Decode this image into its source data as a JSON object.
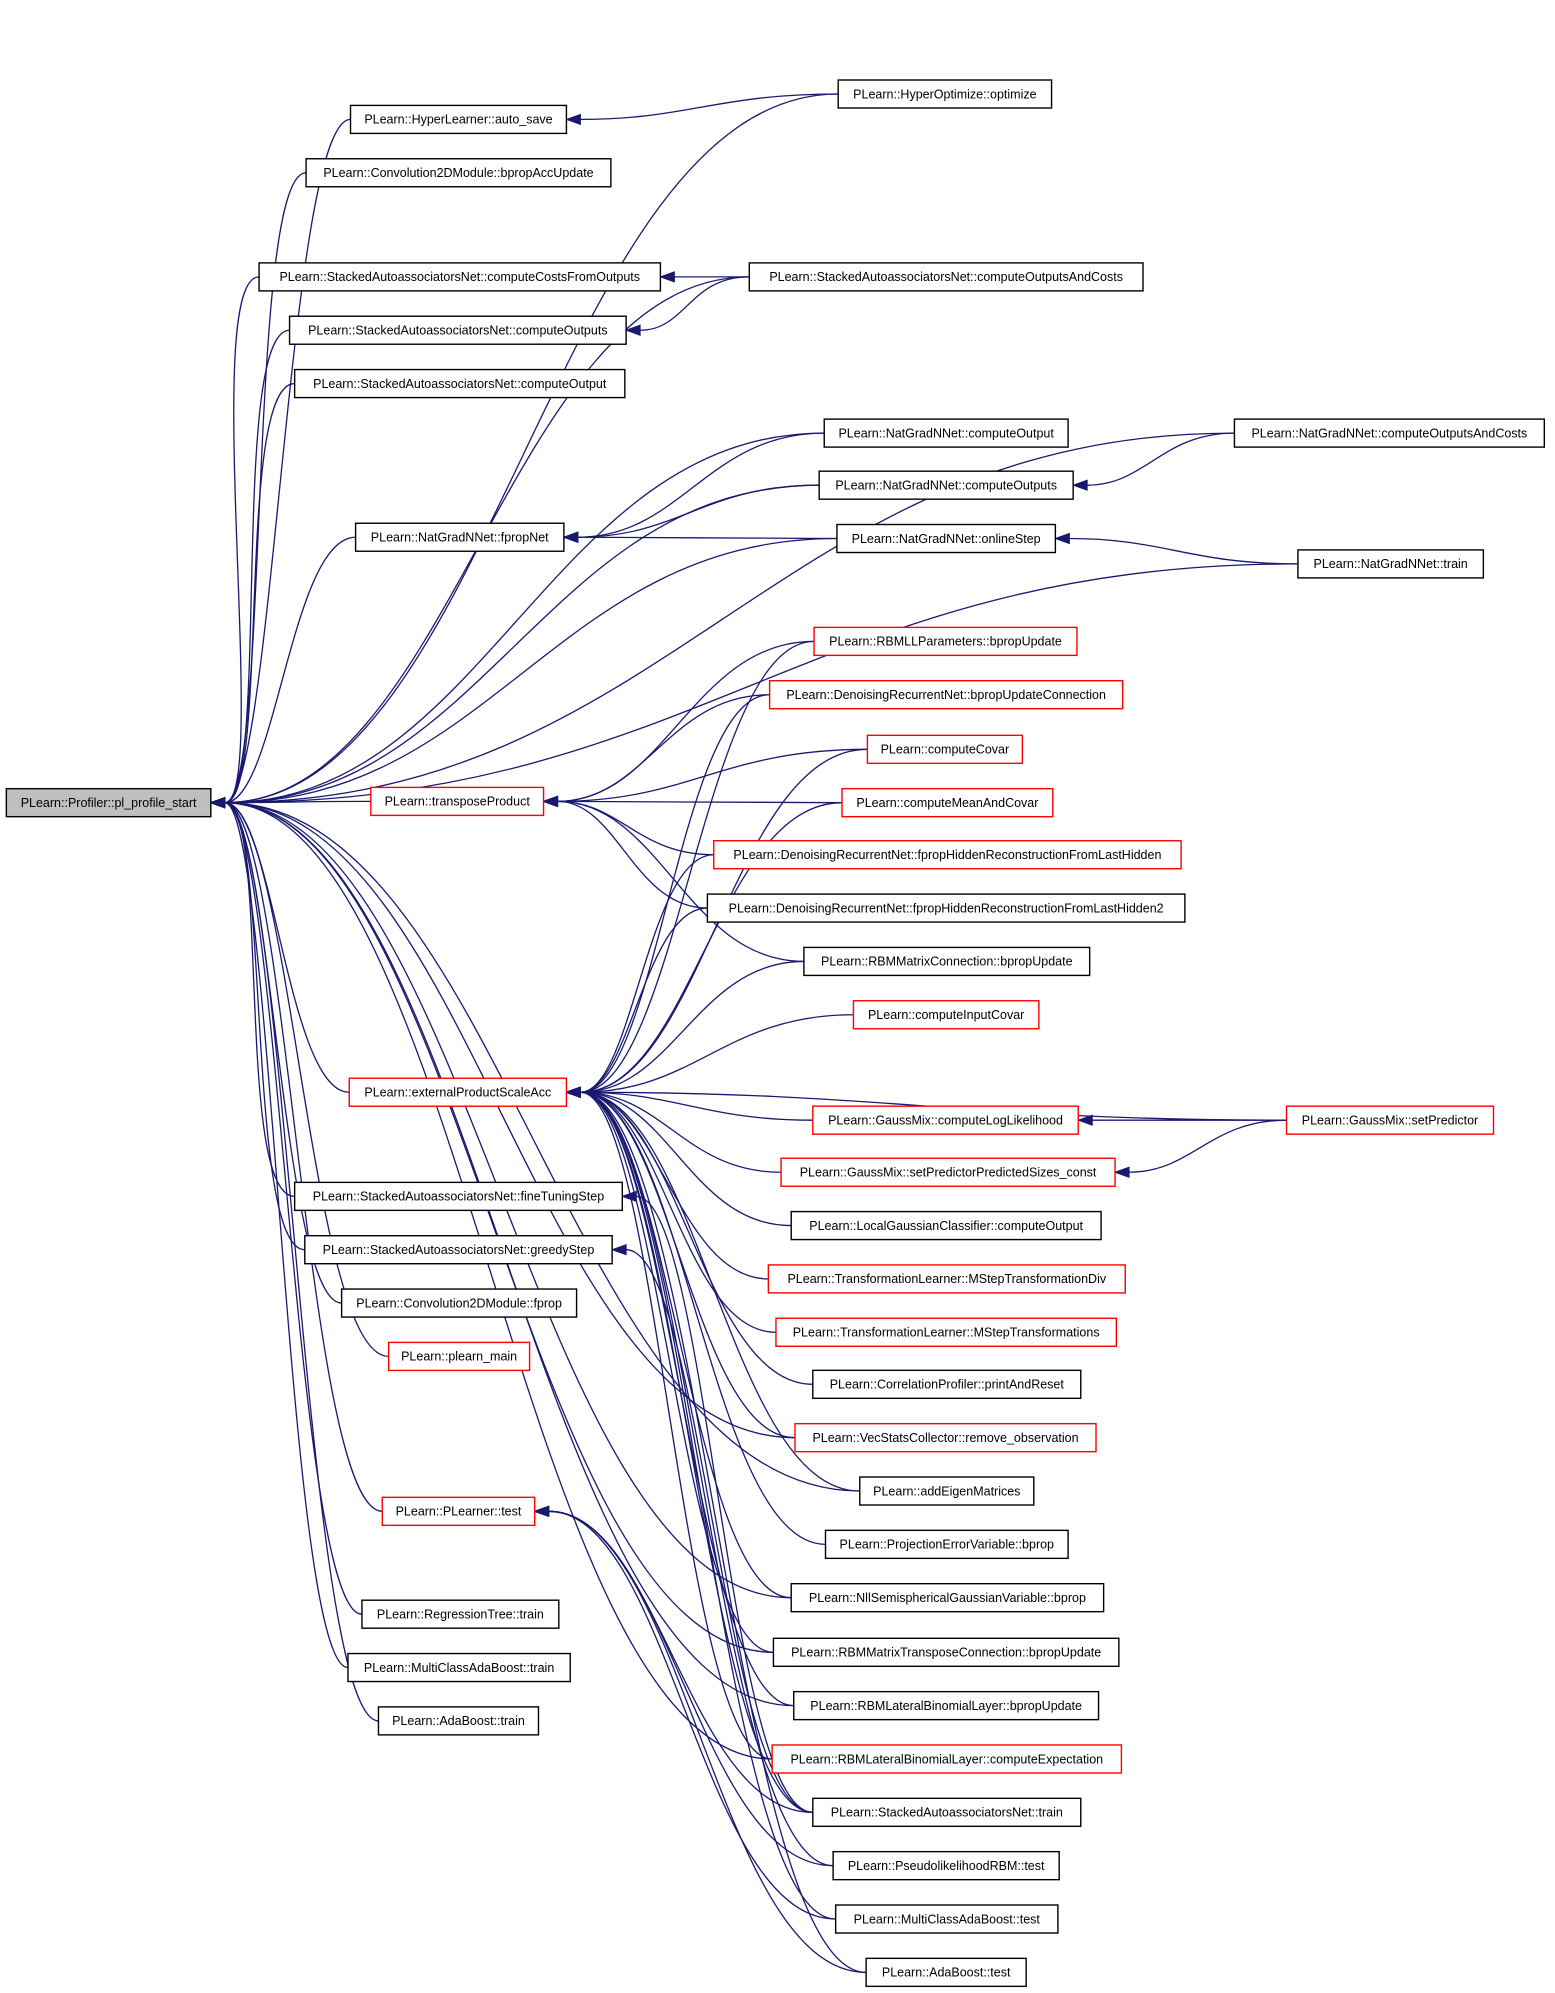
{
  "colors": {
    "edge": "#191970",
    "red_border": "#ff0000",
    "black_border": "#000000",
    "root_fill": "#bfbfbf"
  },
  "nodes": {
    "root": {
      "label": "PLearn::Profiler::pl_profile_start",
      "style": "root"
    },
    "hyper_auto_save": {
      "label": "PLearn::HyperLearner::auto_save",
      "style": "black"
    },
    "hyper_optimize": {
      "label": "PLearn::HyperOptimize::optimize",
      "style": "black"
    },
    "conv_bprop": {
      "label": "PLearn::Convolution2DModule::bpropAccUpdate",
      "style": "black"
    },
    "sa_costs_from_outputs": {
      "label": "PLearn::StackedAutoassociatorsNet::computeCostsFromOutputs",
      "style": "black"
    },
    "sa_outputs_and_costs": {
      "label": "PLearn::StackedAutoassociatorsNet::computeOutputsAndCosts",
      "style": "black"
    },
    "sa_outputs": {
      "label": "PLearn::StackedAutoassociatorsNet::computeOutputs",
      "style": "black"
    },
    "sa_output": {
      "label": "PLearn::StackedAutoassociatorsNet::computeOutput",
      "style": "black"
    },
    "ng_output": {
      "label": "PLearn::NatGradNNet::computeOutput",
      "style": "black"
    },
    "ng_outputs_and_costs": {
      "label": "PLearn::NatGradNNet::computeOutputsAndCosts",
      "style": "black"
    },
    "ng_outputs": {
      "label": "PLearn::NatGradNNet::computeOutputs",
      "style": "black"
    },
    "ng_fprop": {
      "label": "PLearn::NatGradNNet::fpropNet",
      "style": "black"
    },
    "ng_online": {
      "label": "PLearn::NatGradNNet::onlineStep",
      "style": "black"
    },
    "ng_train": {
      "label": "PLearn::NatGradNNet::train",
      "style": "black"
    },
    "rbmll_bprop": {
      "label": "PLearn::RBMLLParameters::bpropUpdate",
      "style": "red"
    },
    "drn_bprop_conn": {
      "label": "PLearn::DenoisingRecurrentNet::bpropUpdateConnection",
      "style": "red"
    },
    "compute_covar": {
      "label": "PLearn::computeCovar",
      "style": "red"
    },
    "transpose_product": {
      "label": "PLearn::transposeProduct",
      "style": "red"
    },
    "compute_mean_covar": {
      "label": "PLearn::computeMeanAndCovar",
      "style": "red"
    },
    "drn_fprop_last": {
      "label": "PLearn::DenoisingRecurrentNet::fpropHiddenReconstructionFromLastHidden",
      "style": "red"
    },
    "drn_fprop_last2": {
      "label": "PLearn::DenoisingRecurrentNet::fpropHiddenReconstructionFromLastHidden2",
      "style": "black"
    },
    "rbmmatrix_bprop": {
      "label": "PLearn::RBMMatrixConnection::bpropUpdate",
      "style": "black"
    },
    "compute_input_covar": {
      "label": "PLearn::computeInputCovar",
      "style": "red"
    },
    "external_product": {
      "label": "PLearn::externalProductScaleAcc",
      "style": "red"
    },
    "gm_loglik": {
      "label": "PLearn::GaussMix::computeLogLikelihood",
      "style": "red"
    },
    "gm_setpred": {
      "label": "PLearn::GaussMix::setPredictor",
      "style": "red"
    },
    "gm_setpred_sizes": {
      "label": "PLearn::GaussMix::setPredictorPredictedSizes_const",
      "style": "red"
    },
    "sa_finetune": {
      "label": "PLearn::StackedAutoassociatorsNet::fineTuningStep",
      "style": "black"
    },
    "lgc_output": {
      "label": "PLearn::LocalGaussianClassifier::computeOutput",
      "style": "black"
    },
    "sa_greedy": {
      "label": "PLearn::StackedAutoassociatorsNet::greedyStep",
      "style": "black"
    },
    "tl_mstep_div": {
      "label": "PLearn::TransformationLearner::MStepTransformationDiv",
      "style": "red"
    },
    "conv_fprop": {
      "label": "PLearn::Convolution2DModule::fprop",
      "style": "black"
    },
    "tl_mstep": {
      "label": "PLearn::TransformationLearner::MStepTransformations",
      "style": "red"
    },
    "plearn_main": {
      "label": "PLearn::plearn_main",
      "style": "red"
    },
    "corr_print": {
      "label": "PLearn::CorrelationProfiler::printAndReset",
      "style": "black"
    },
    "vsc_remove": {
      "label": "PLearn::VecStatsCollector::remove_observation",
      "style": "red"
    },
    "add_eigen": {
      "label": "PLearn::addEigenMatrices",
      "style": "black"
    },
    "plearner_test": {
      "label": "PLearn::PLearner::test",
      "style": "red"
    },
    "pev_bprop": {
      "label": "PLearn::ProjectionErrorVariable::bprop",
      "style": "black"
    },
    "nll_bprop": {
      "label": "PLearn::NllSemisphericalGaussianVariable::bprop",
      "style": "black"
    },
    "regtree_train": {
      "label": "PLearn::RegressionTree::train",
      "style": "black"
    },
    "rbmmt_bprop": {
      "label": "PLearn::RBMMatrixTransposeConnection::bpropUpdate",
      "style": "black"
    },
    "mcab_train": {
      "label": "PLearn::MultiClassAdaBoost::train",
      "style": "black"
    },
    "rbmlb_bprop": {
      "label": "PLearn::RBMLateralBinomialLayer::bpropUpdate",
      "style": "black"
    },
    "adaboost_train": {
      "label": "PLearn::AdaBoost::train",
      "style": "black"
    },
    "rbmlb_expect": {
      "label": "PLearn::RBMLateralBinomialLayer::computeExpectation",
      "style": "red"
    },
    "sa_train": {
      "label": "PLearn::StackedAutoassociatorsNet::train",
      "style": "black"
    },
    "prbm_test": {
      "label": "PLearn::PseudolikelihoodRBM::test",
      "style": "black"
    },
    "mcab_test": {
      "label": "PLearn::MultiClassAdaBoost::test",
      "style": "black"
    },
    "adaboost_test": {
      "label": "PLearn::AdaBoost::test",
      "style": "black"
    }
  },
  "edges": [
    [
      "root",
      "hyper_optimize"
    ],
    [
      "root",
      "hyper_auto_save"
    ],
    [
      "hyper_auto_save",
      "hyper_optimize"
    ],
    [
      "root",
      "conv_bprop"
    ],
    [
      "root",
      "sa_outputs_and_costs"
    ],
    [
      "root",
      "sa_costs_from_outputs"
    ],
    [
      "sa_costs_from_outputs",
      "sa_outputs_and_costs"
    ],
    [
      "root",
      "sa_outputs"
    ],
    [
      "sa_outputs",
      "sa_outputs_and_costs"
    ],
    [
      "root",
      "sa_output"
    ],
    [
      "root",
      "ng_outputs_and_costs"
    ],
    [
      "root",
      "ng_output"
    ],
    [
      "root",
      "ng_outputs"
    ],
    [
      "ng_outputs",
      "ng_outputs_and_costs"
    ],
    [
      "root",
      "ng_fprop"
    ],
    [
      "ng_fprop",
      "ng_output"
    ],
    [
      "ng_fprop",
      "ng_outputs"
    ],
    [
      "ng_fprop",
      "ng_online"
    ],
    [
      "root",
      "ng_online"
    ],
    [
      "ng_online",
      "ng_train"
    ],
    [
      "root",
      "ng_train"
    ],
    [
      "root",
      "transpose_product"
    ],
    [
      "transpose_product",
      "rbmll_bprop"
    ],
    [
      "transpose_product",
      "drn_bprop_conn"
    ],
    [
      "transpose_product",
      "compute_covar"
    ],
    [
      "transpose_product",
      "compute_mean_covar"
    ],
    [
      "transpose_product",
      "drn_fprop_last"
    ],
    [
      "transpose_product",
      "drn_fprop_last2"
    ],
    [
      "transpose_product",
      "rbmmatrix_bprop"
    ],
    [
      "root",
      "external_product"
    ],
    [
      "external_product",
      "rbmll_bprop"
    ],
    [
      "external_product",
      "drn_bprop_conn"
    ],
    [
      "external_product",
      "compute_covar"
    ],
    [
      "external_product",
      "compute_mean_covar"
    ],
    [
      "external_product",
      "drn_fprop_last"
    ],
    [
      "external_product",
      "drn_fprop_last2"
    ],
    [
      "external_product",
      "rbmmatrix_bprop"
    ],
    [
      "external_product",
      "compute_input_covar"
    ],
    [
      "external_product",
      "gm_setpred"
    ],
    [
      "external_product",
      "gm_loglik"
    ],
    [
      "gm_loglik",
      "gm_setpred"
    ],
    [
      "external_product",
      "gm_setpred_sizes"
    ],
    [
      "gm_setpred_sizes",
      "gm_setpred"
    ],
    [
      "external_product",
      "lgc_output"
    ],
    [
      "external_product",
      "tl_mstep_div"
    ],
    [
      "external_product",
      "tl_mstep"
    ],
    [
      "external_product",
      "corr_print"
    ],
    [
      "external_product",
      "vsc_remove"
    ],
    [
      "external_product",
      "add_eigen"
    ],
    [
      "external_product",
      "pev_bprop"
    ],
    [
      "external_product",
      "nll_bprop"
    ],
    [
      "external_product",
      "rbmmt_bprop"
    ],
    [
      "external_product",
      "rbmlb_bprop"
    ],
    [
      "external_product",
      "rbmlb_expect"
    ],
    [
      "external_product",
      "sa_train"
    ],
    [
      "external_product",
      "prbm_test"
    ],
    [
      "external_product",
      "mcab_test"
    ],
    [
      "external_product",
      "adaboost_test"
    ],
    [
      "root",
      "sa_finetune"
    ],
    [
      "sa_finetune",
      "sa_train"
    ],
    [
      "root",
      "sa_greedy"
    ],
    [
      "sa_greedy",
      "sa_train"
    ],
    [
      "root",
      "conv_fprop"
    ],
    [
      "root",
      "plearn_main"
    ],
    [
      "root",
      "plearner_test"
    ],
    [
      "plearner_test",
      "sa_train"
    ],
    [
      "plearner_test",
      "prbm_test"
    ],
    [
      "plearner_test",
      "mcab_test"
    ],
    [
      "plearner_test",
      "adaboost_test"
    ],
    [
      "root",
      "regtree_train"
    ],
    [
      "root",
      "mcab_train"
    ],
    [
      "root",
      "adaboost_train"
    ],
    [
      "root",
      "rbmlb_expect"
    ],
    [
      "root",
      "rbmlb_bprop"
    ],
    [
      "root",
      "rbmmt_bprop"
    ],
    [
      "root",
      "nll_bprop"
    ],
    [
      "root",
      "add_eigen"
    ],
    [
      "root",
      "vsc_remove"
    ]
  ]
}
